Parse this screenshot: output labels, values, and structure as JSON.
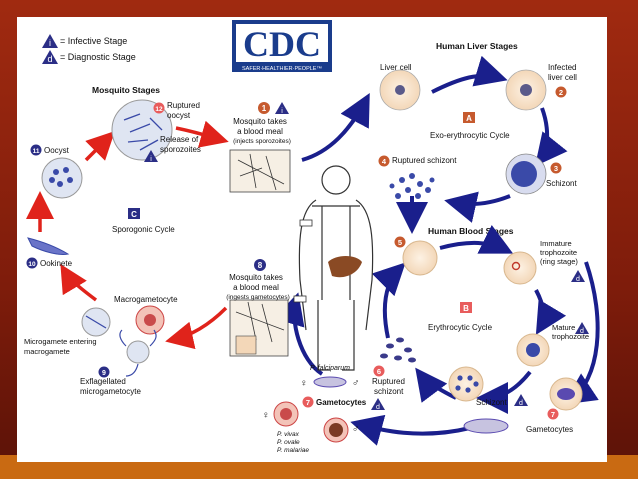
{
  "legend": {
    "infective_badge": "i",
    "infective_label": "= Infective Stage",
    "diagnostic_badge": "d",
    "diagnostic_label": "= Diagnostic Stage"
  },
  "logo": {
    "text": "CDC",
    "tagline": "SAFER·HEALTHIER·PEOPLE™"
  },
  "sections": {
    "mosquito_stages": "Mosquito Stages",
    "human_liver_stages": "Human Liver Stages",
    "human_blood_stages": "Human Blood Stages"
  },
  "cycles": {
    "a_letter": "A",
    "a_label": "Exo-erythrocytic Cycle",
    "b_letter": "B",
    "b_label": "Erythrocytic Cycle",
    "c_letter": "C",
    "c_label": "Sporogonic Cycle"
  },
  "steps": {
    "s1_num": "1",
    "s1_line1": "Mosquito takes",
    "s1_line2": "a blood meal",
    "s1_line3": "(injects sporozoites)",
    "s2_num": "2",
    "s3_num": "3",
    "s4_num": "4",
    "s5_num": "5",
    "s6_num": "6",
    "s7_num": "7",
    "s7b_num": "7",
    "s8_num": "8",
    "s8_line1": "Mosquito takes",
    "s8_line2": "a blood meal",
    "s8_line3": "(ingests gametocytes)",
    "s9_num": "9",
    "s10_num": "10",
    "s11_num": "11",
    "s12_num": "12"
  },
  "labels": {
    "liver_cell": "Liver cell",
    "infected_liver_cell_1": "Infected",
    "infected_liver_cell_2": "liver cell",
    "schizont": "Schizont",
    "ruptured_schizont": "Ruptured schizont",
    "immature_troph_1": "Immature",
    "immature_troph_2": "trophozoite",
    "immature_troph_3": "(ring stage)",
    "mature_troph_1": "Mature",
    "mature_troph_2": "trophozoite",
    "blood_schizont": "Schizont",
    "gametocytes_right": "Gametocytes",
    "ruptured_schizont_blood_1": "Ruptured",
    "ruptured_schizont_blood_2": "schizont",
    "p_falciparum": "P. falciparum",
    "gametocytes_center": "Gametocytes",
    "p_vivax": "P. vivax",
    "p_ovale": "P. ovale",
    "p_malariae": "P. malariae",
    "female_symbol": "♀",
    "male_symbol": "♂",
    "macrogametocyte": "Macrogametocyte",
    "microgamete_1": "Microgamete entering",
    "microgamete_2": "macrogamete",
    "exflag_1": "Exflagellated",
    "exflag_2": "microgametocyte",
    "ookinete": "Ookinete",
    "oocyst": "Oocyst",
    "ruptured_oocyst_1": "Ruptured",
    "ruptured_oocyst_2": "oocyst",
    "release_1": "Release of",
    "release_2": "sporozoites",
    "badge_i": "i",
    "badge_d": "d"
  },
  "colors": {
    "blue_arrow": "#1a1f8c",
    "red_arrow": "#e0231b",
    "step_badge": "#c65a2e",
    "step_badge_blue": "#2b2e86",
    "cdc_blue": "#1a3c8c",
    "liver": "#8a4a24"
  }
}
